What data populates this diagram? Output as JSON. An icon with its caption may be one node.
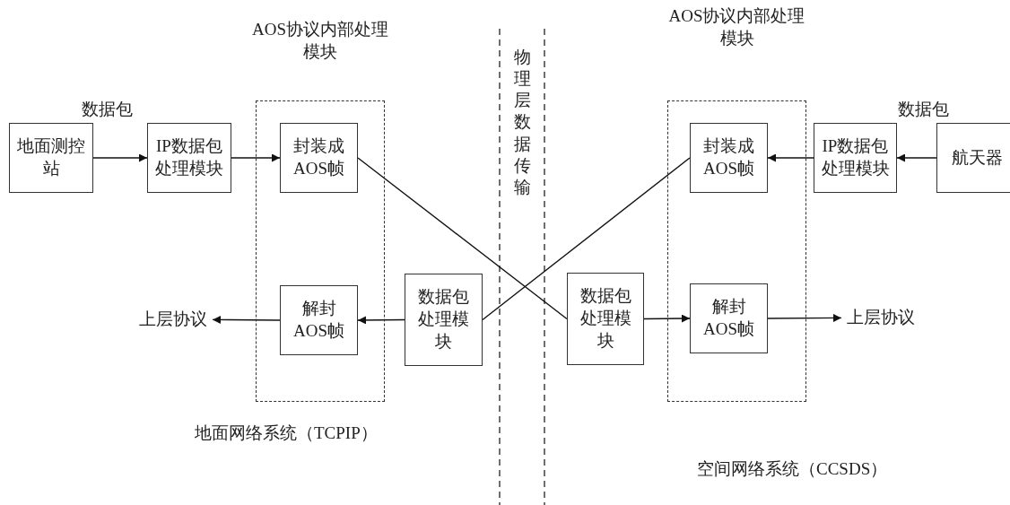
{
  "diagram": {
    "nodes": [
      {
        "text": [
          "AOS协议内部处理模块"
        ]
      },
      {
        "text": [
          "地面测控站"
        ]
      },
      {
        "text": [
          "IP数据包处理模块"
        ]
      },
      {
        "text": [
          "封装成AOS帧"
        ],
        "in": 0
      },
      {
        "text": [
          "解封AOS帧"
        ],
        "in": 0
      },
      {
        "text": [
          "数据包处理模块"
        ]
      },
      {
        "text": [
          "上层协议"
        ]
      },
      {
        "text": [
          "AOS协议内部处理模块"
        ]
      },
      {
        "text": [
          "航天器"
        ]
      },
      {
        "text": [
          "IP数据包处理模块"
        ]
      },
      {
        "text": [
          "封装成AOS帧"
        ],
        "in": 7
      },
      {
        "text": [
          "解封AOS帧"
        ],
        "in": 7
      },
      {
        "text": [
          "数据包处理模块"
        ]
      },
      {
        "text": [
          "上层协议"
        ]
      }
    ],
    "edges": [
      {
        "from": 1,
        "to": 2,
        "arrow": "to",
        "label": "数据包"
      },
      {
        "from": 2,
        "to": 3,
        "arrow": "to"
      },
      {
        "from": 3,
        "to": 12,
        "arrow": "none"
      },
      {
        "from": 5,
        "to": 4,
        "arrow": "to"
      },
      {
        "from": 4,
        "to": 6,
        "arrow": "to"
      },
      {
        "from": 8,
        "to": 9,
        "arrow": "to",
        "label": "数据包"
      },
      {
        "from": 9,
        "to": 10,
        "arrow": "to"
      },
      {
        "from": 10,
        "to": 5,
        "arrow": "none"
      },
      {
        "from": 12,
        "to": 11,
        "arrow": "to"
      },
      {
        "from": 11,
        "to": 13,
        "arrow": "to"
      }
    ],
    "labels": [
      "物理层数据传输",
      "地面网络系统（TCPIP）",
      "空间网络系统（CCSDS）"
    ]
  }
}
